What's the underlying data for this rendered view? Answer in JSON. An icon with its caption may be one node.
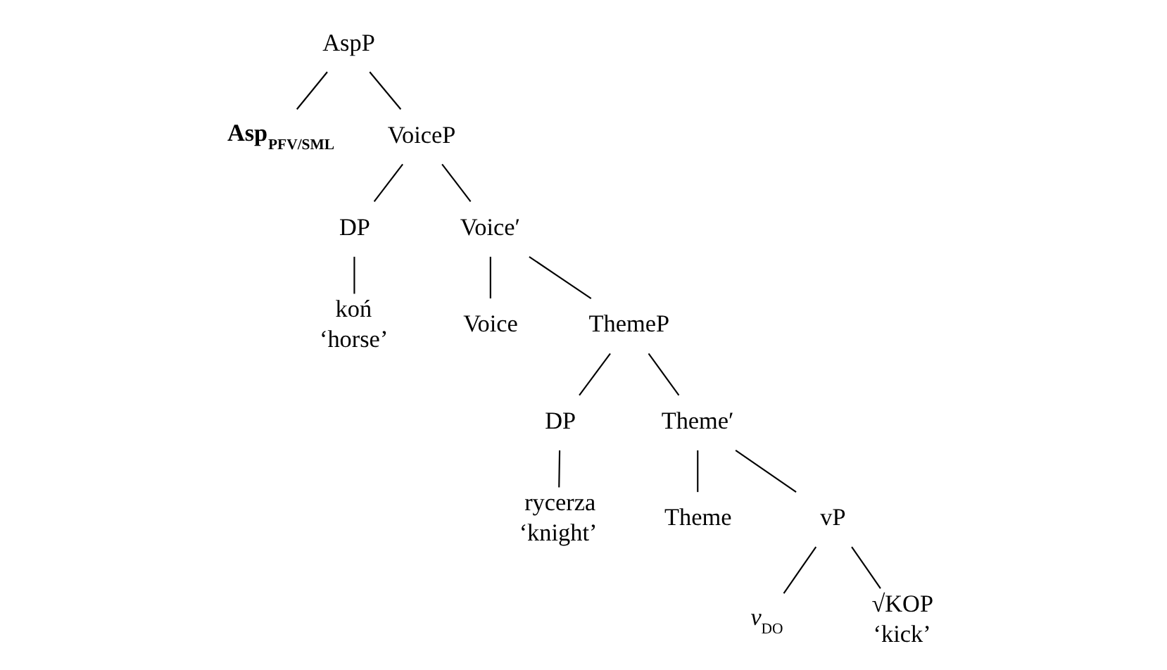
{
  "diagram": {
    "nodes": [
      {
        "text": [
          "AspP"
        ]
      },
      {
        "text": [
          "Asp$_{PFV/SML}$"
        ]
      },
      {
        "text": [
          "VoiceP"
        ]
      },
      {
        "text": [
          "DP"
        ]
      },
      {
        "text": [
          "Voice′"
        ]
      },
      {
        "text": [
          "koń"
        ],
        "beside": [
          "‘horse’"
        ]
      },
      {
        "text": [
          "Voice"
        ]
      },
      {
        "text": [
          "ThemeP"
        ]
      },
      {
        "text": [
          "DP"
        ]
      },
      {
        "text": [
          "Theme′"
        ]
      },
      {
        "text": [
          "rycerza"
        ],
        "beside": [
          "‘knight’"
        ]
      },
      {
        "text": [
          "Theme"
        ]
      },
      {
        "text": [
          "vP"
        ]
      },
      {
        "text": [
          "*v*$_{DO}$"
        ]
      },
      {
        "text": [
          "√KOP"
        ],
        "beside": [
          "‘kick’"
        ]
      }
    ],
    "edges": [
      {
        "from": 0,
        "to": 1,
        "arrow": "none"
      },
      {
        "from": 0,
        "to": 2,
        "arrow": "none"
      },
      {
        "from": 2,
        "to": 3,
        "arrow": "none"
      },
      {
        "from": 2,
        "to": 4,
        "arrow": "none"
      },
      {
        "from": 3,
        "to": 5,
        "arrow": "none"
      },
      {
        "from": 4,
        "to": 6,
        "arrow": "none"
      },
      {
        "from": 4,
        "to": 7,
        "arrow": "none"
      },
      {
        "from": 7,
        "to": 8,
        "arrow": "none"
      },
      {
        "from": 7,
        "to": 9,
        "arrow": "none"
      },
      {
        "from": 8,
        "to": 10,
        "arrow": "none"
      },
      {
        "from": 9,
        "to": 11,
        "arrow": "none"
      },
      {
        "from": 9,
        "to": 12,
        "arrow": "none"
      },
      {
        "from": 12,
        "to": 13,
        "arrow": "none"
      },
      {
        "from": 12,
        "to": 14,
        "arrow": "none"
      }
    ]
  }
}
